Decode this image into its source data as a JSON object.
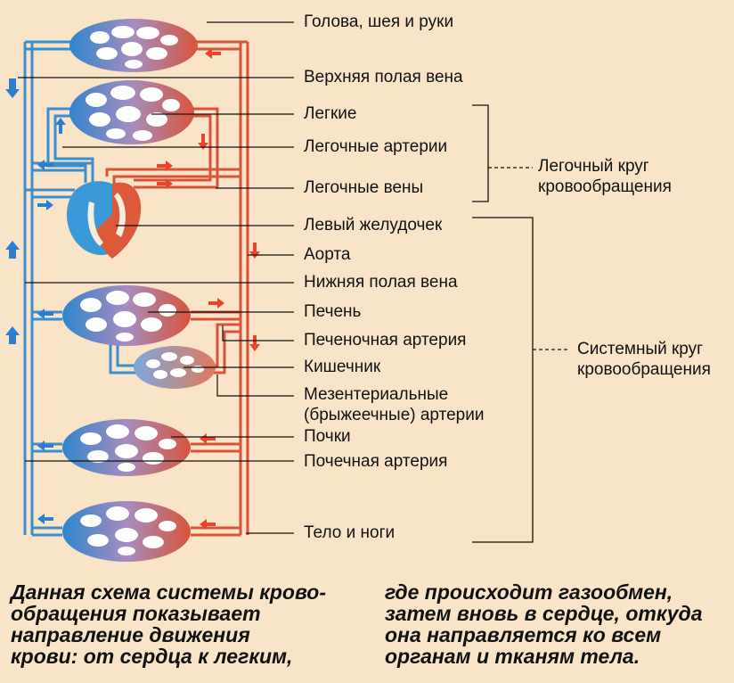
{
  "labels": {
    "head": "Голова, шея и руки",
    "svc": "Верхняя полая  вена",
    "lungs": "Легкие",
    "pulm_art": "Легочные артерии",
    "pulm_veins": "Легочные вены",
    "lv": "Левый желудочек",
    "aorta": "Аорта",
    "ivc": "Нижняя полая вена",
    "liver": "Печень",
    "hep_art": "Печеночная артерия",
    "intestine": "Кишечник",
    "mes_art_1": "Мезентериальные",
    "mes_art_2": "(брыжеечные) артерии",
    "kidneys": "Почки",
    "renal_art": "Почечная  артерия",
    "body_legs": "Тело и ноги"
  },
  "groups": {
    "pulmonary_1": "Легочный круг",
    "pulmonary_2": "кровообращения",
    "systemic_1": "Системный круг",
    "systemic_2": "кровообращения"
  },
  "caption": {
    "left": [
      "Данная схема системы крово-",
      "обращения показывает",
      "направление движения",
      "крови: от сердца к легким,"
    ],
    "right": [
      "где происходит газообмен,",
      "затем вновь в сердце, откуда",
      "она направляется ко всем",
      "органам и тканям тела."
    ]
  },
  "colors": {
    "background": "#f9e4c8",
    "venous_blue": "#3a8fd0",
    "arterial_red": "#d9553a",
    "arrow_red": "#e8452a",
    "arrow_blue": "#2b7fd0"
  }
}
